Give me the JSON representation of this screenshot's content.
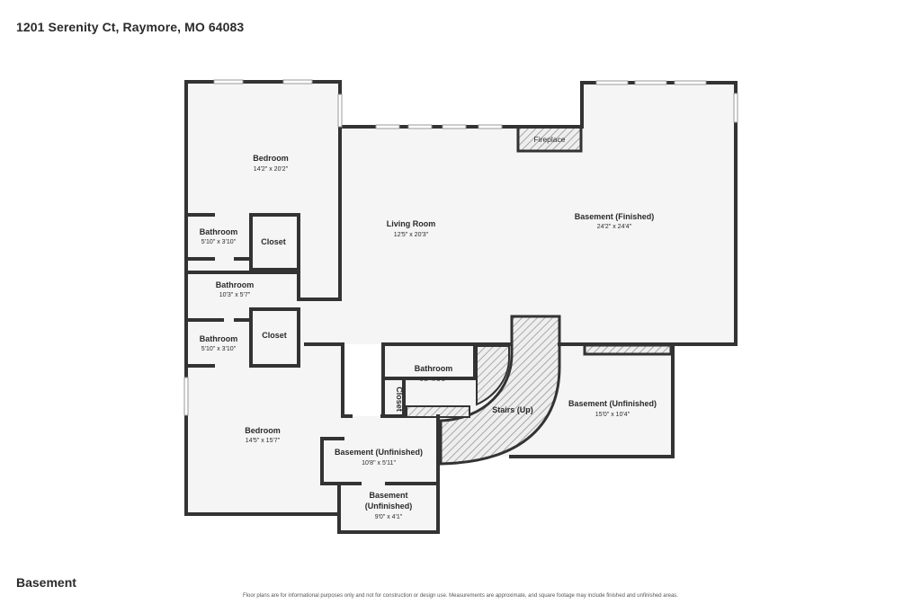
{
  "header": {
    "address": "1201 Serenity Ct, Raymore, MO 64083"
  },
  "floor": {
    "label": "Basement"
  },
  "footer": {
    "disclaimer": "Floor plans are for informational purposes only and not for construction or design use. Measurements are approximate, and square footage may include finished and unfinished areas."
  },
  "rooms": {
    "bedroom_top": {
      "name": "Bedroom",
      "dims": "14'2\" x 20'2\""
    },
    "bathroom_1": {
      "name": "Bathroom",
      "dims": "5'10\" x 3'10\""
    },
    "closet_1": {
      "name": "Closet"
    },
    "bathroom_2": {
      "name": "Bathroom",
      "dims": "10'3\" x 5'7\""
    },
    "bathroom_3": {
      "name": "Bathroom",
      "dims": "5'10\" x 3'10\""
    },
    "closet_2": {
      "name": "Closet"
    },
    "bedroom_bottom": {
      "name": "Bedroom",
      "dims": "14'5\" x 15'7\""
    },
    "living_room": {
      "name": "Living Room",
      "dims": "12'5\" x 20'3\""
    },
    "fireplace": {
      "name": "Fireplace"
    },
    "basement_finished": {
      "name": "Basement (Finished)",
      "dims": "24'2\" x 24'4\""
    },
    "bathroom_4": {
      "name": "Bathroom",
      "dims": "8'2\" x 5'5\""
    },
    "closet_3": {
      "name": "Closet"
    },
    "stairs": {
      "name": "Stairs (Up)"
    },
    "basement_unfinished_1": {
      "name": "Basement (Unfinished)",
      "dims": "15'0\" x 10'4\""
    },
    "basement_unfinished_2": {
      "name": "Basement (Unfinished)",
      "dims": "10'8\" x 5'11\""
    },
    "basement_unfinished_3": {
      "name_line1": "Basement",
      "name_line2": "(Unfinished)",
      "dims": "9'0\" x 4'1\""
    }
  },
  "colors": {
    "wall": "#333333",
    "floor": "#f5f5f5",
    "hatch": "#888888"
  }
}
